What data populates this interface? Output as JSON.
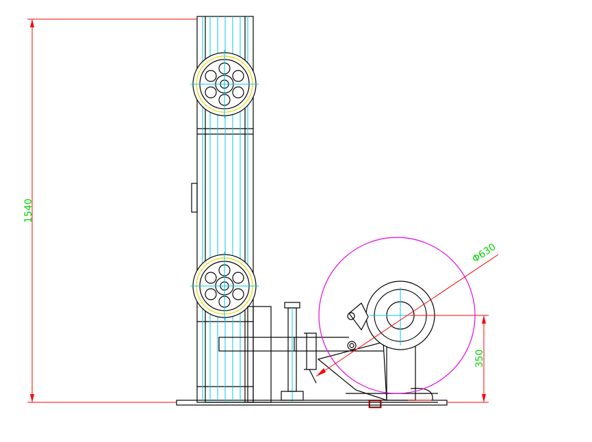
{
  "dimensions": {
    "overall_height": "1540",
    "reel_diameter": "Φ630",
    "axis_height": "350"
  },
  "colors": {
    "outline": "#000000",
    "centerline": "#00c8e6",
    "dimension": "#ff0000",
    "dimension_text": "#00d200",
    "reel": "#e600e6",
    "wheel_highlight": "#e6d800"
  }
}
